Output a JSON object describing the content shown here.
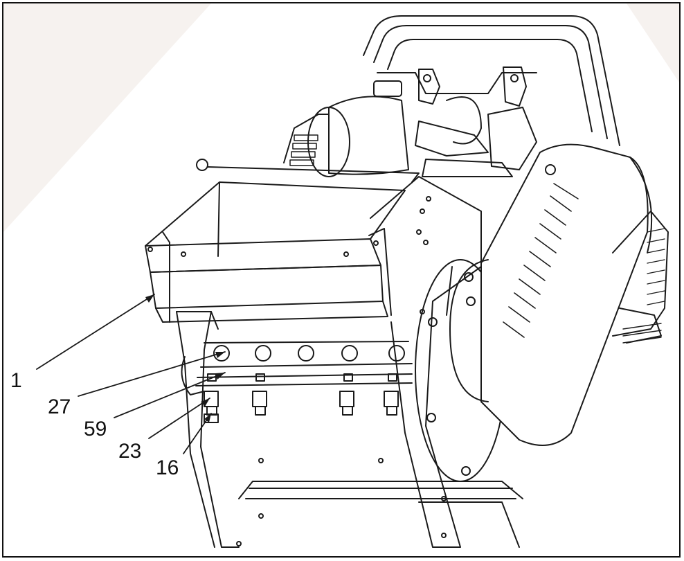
{
  "callouts": [
    {
      "id": "1",
      "label": "1"
    },
    {
      "id": "27",
      "label": "27"
    },
    {
      "id": "59",
      "label": "59"
    },
    {
      "id": "23",
      "label": "23"
    },
    {
      "id": "16",
      "label": "16"
    }
  ],
  "colors": {
    "line": "#1a1a1a",
    "paper": "#ffffff",
    "shade": "#f6f2ef"
  }
}
